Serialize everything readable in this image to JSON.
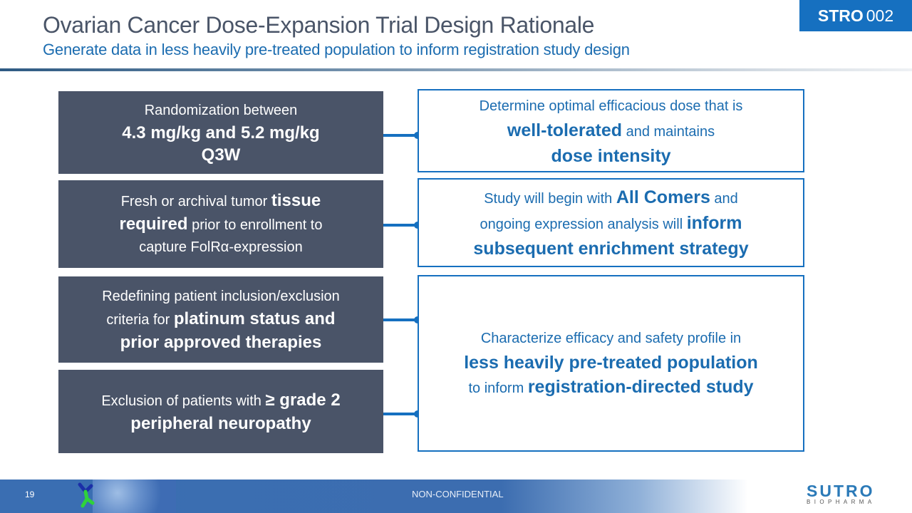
{
  "header": {
    "title": "Ovarian Cancer Dose-Expansion Trial Design Rationale",
    "subtitle": "Generate data in less heavily pre-treated population to inform registration study design",
    "badge": {
      "bold": "STRO",
      "regular": "002"
    }
  },
  "left_boxes": [
    {
      "parts": [
        {
          "text": "Randomization between",
          "bold": false
        },
        {
          "text": "4.3 mg/kg and 5.2 mg/kg",
          "bold": true
        },
        {
          "text": "Q3W",
          "bold": true
        }
      ]
    },
    {
      "l1a": "Fresh or archival tumor ",
      "l1b": "tissue",
      "l2a": "required",
      "l2b": " prior to enrollment to",
      "l3": "capture FolRα-expression"
    },
    {
      "l1": "Redefining patient inclusion/exclusion",
      "l2a": "criteria for ",
      "l2b": "platinum status and",
      "l3": "prior approved therapies"
    },
    {
      "l1a": "Exclusion of patients with ",
      "l1b": "≥ grade 2",
      "l2": "peripheral neuropathy"
    }
  ],
  "right_boxes": [
    {
      "l1": "Determine optimal efficacious dose that is",
      "l2a": "well-tolerated",
      "l2b": " and maintains",
      "l3": "dose intensity"
    },
    {
      "l1a": "Study will begin with ",
      "l1b": "All Comers",
      "l1c": " and",
      "l2a": "ongoing expression analysis will ",
      "l2b": "inform",
      "l3": "subsequent enrichment strategy"
    },
    {
      "l1": "Characterize efficacy and safety profile in",
      "l2": "less heavily pre-treated population",
      "l3a": "to inform ",
      "l3b": "registration-directed study"
    }
  ],
  "footer": {
    "page_number": "19",
    "confidentiality": "NON-CONFIDENTIAL",
    "logo_main": "SUTRO",
    "logo_sub": "BIOPHARMA"
  },
  "colors": {
    "accent_blue": "#1670c0",
    "box_slate": "#4a5468",
    "title_gray": "#4a5568",
    "subtitle_blue": "#1b6cb0"
  }
}
